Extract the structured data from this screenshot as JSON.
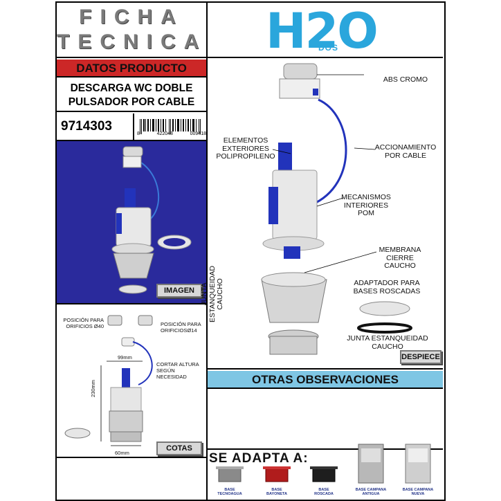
{
  "header": {
    "title_line1": "FICHA",
    "title_line2": "TECNICA",
    "brand": "H2O",
    "brand_sub": "DOS"
  },
  "product": {
    "section_label": "DATOS PRODUCTO",
    "name_line1": "DESCARGA WC DOBLE",
    "name_line2": "PULSADOR POR CABLE",
    "code": "9714303",
    "barcode_digits": [
      "8",
      "422048",
      "009418"
    ]
  },
  "images": {
    "imagen_label": "IMAGEN",
    "cotas_label": "COTAS",
    "despiece_label": "DESPIECE"
  },
  "cotas": {
    "pos_o40": "POSICIÓN PARA\nORIFICIOS Ø40",
    "pos_o14": "POSICIÓN PARA\nORIFICIOSØ14",
    "cut_note": "CORTAR ALTURA\nSEGÚN NECESIDAD",
    "dim_width": "99mm",
    "dim_height": "230mm",
    "dim_base": "60mm"
  },
  "callouts": {
    "abs": "ABS CROMO",
    "elementos": "ELEMENTOS\nEXTERIORES\nPOLIPROPILENO",
    "accionamiento": "ACCIONAMIENTO\nPOR CABLE",
    "mecanismos": "MECANISMOS\nINTERIORES\nPOM",
    "membrana": "MEMBRANA\nCIERRE\nCAUCHO",
    "adaptador": "ADAPTADOR PARA\nBASES ROSCADAS",
    "junta_vertical": "JUNTA\nESTANQUEIDAD\nCAUCHO",
    "junta": "JUNTA ESTANQUEIDAD\nCAUCHO"
  },
  "observaciones": {
    "title": "OTRAS OBSERVACIONES"
  },
  "adapta": {
    "title": "SE ADAPTA A:",
    "bases": [
      {
        "label": "BASE\nTECNOAGUA",
        "color": "#8a8a8a"
      },
      {
        "label": "BASE\nBAYONETA",
        "color": "#b01c1c"
      },
      {
        "label": "BASE\nROSCADA",
        "color": "#1e1e1e"
      },
      {
        "label": "BASE CAMPANA\nANTIGUA",
        "color": "#b8b8b8"
      },
      {
        "label": "BASE CAMPANA\nNUEVA",
        "color": "#cfcfcf"
      }
    ]
  },
  "colors": {
    "red_band": "#cc2727",
    "blue_photo": "#2a2a9c",
    "obs_band": "#7fc6e4",
    "brand_blue": "#2aa6dc",
    "valve_blue": "#2233bb"
  }
}
